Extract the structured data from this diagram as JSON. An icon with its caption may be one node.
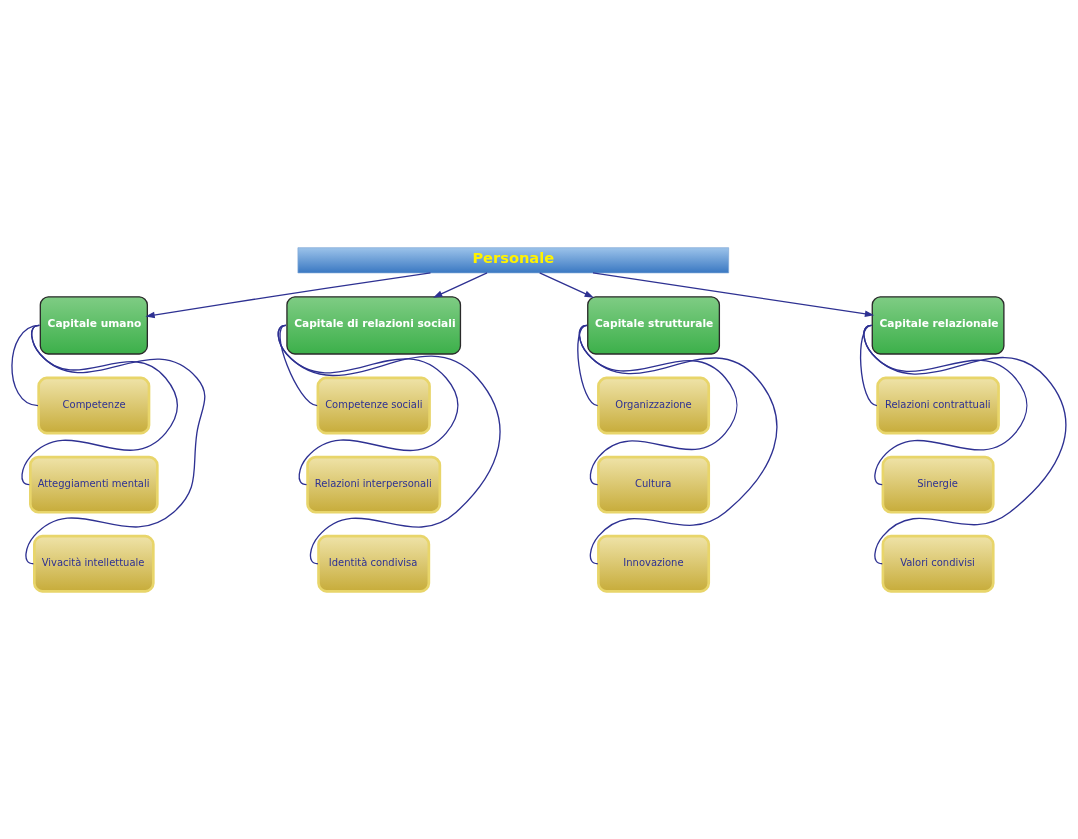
{
  "diagram": {
    "nodes": [
      {
        "text": [
          "Personale"
        ]
      },
      {
        "text": [
          "Capitale umano"
        ]
      },
      {
        "text": [
          "Capitale di relazioni sociali"
        ]
      },
      {
        "text": [
          "Capitale strutturale"
        ]
      },
      {
        "text": [
          "Capitale relazionale"
        ]
      },
      {
        "text": [
          "Competenze"
        ]
      },
      {
        "text": [
          "Competenze sociali"
        ]
      },
      {
        "text": [
          "Organizzazione"
        ]
      },
      {
        "text": [
          "Relazioni contrattuali"
        ]
      },
      {
        "text": [
          "Atteggiamenti mentali"
        ]
      },
      {
        "text": [
          "Relazioni interpersonali"
        ]
      },
      {
        "text": [
          "Cultura"
        ]
      },
      {
        "text": [
          "Sinergie"
        ]
      },
      {
        "text": [
          "Vivacità intellettuale"
        ]
      },
      {
        "text": [
          "Identità condivisa"
        ]
      },
      {
        "text": [
          "Innovazione"
        ]
      },
      {
        "text": [
          "Valori condivisi"
        ]
      }
    ],
    "edges": [
      {
        "from": 0,
        "to": 1,
        "arrow": "to"
      },
      {
        "from": 0,
        "to": 2,
        "arrow": "to"
      },
      {
        "from": 0,
        "to": 3,
        "arrow": "to"
      },
      {
        "from": 0,
        "to": 4,
        "arrow": "to"
      },
      {
        "from": 1,
        "to": 5,
        "arrow": "none"
      },
      {
        "from": 1,
        "to": 9,
        "arrow": "none"
      },
      {
        "from": 1,
        "to": 13,
        "arrow": "none"
      },
      {
        "from": 2,
        "to": 6,
        "arrow": "none"
      },
      {
        "from": 2,
        "to": 10,
        "arrow": "none"
      },
      {
        "from": 2,
        "to": 14,
        "arrow": "none"
      },
      {
        "from": 3,
        "to": 7,
        "arrow": "none"
      },
      {
        "from": 3,
        "to": 11,
        "arrow": "none"
      },
      {
        "from": 3,
        "to": 15,
        "arrow": "none"
      },
      {
        "from": 4,
        "to": 8,
        "arrow": "none"
      },
      {
        "from": 4,
        "to": 12,
        "arrow": "none"
      },
      {
        "from": 4,
        "to": 16,
        "arrow": "none"
      }
    ]
  }
}
